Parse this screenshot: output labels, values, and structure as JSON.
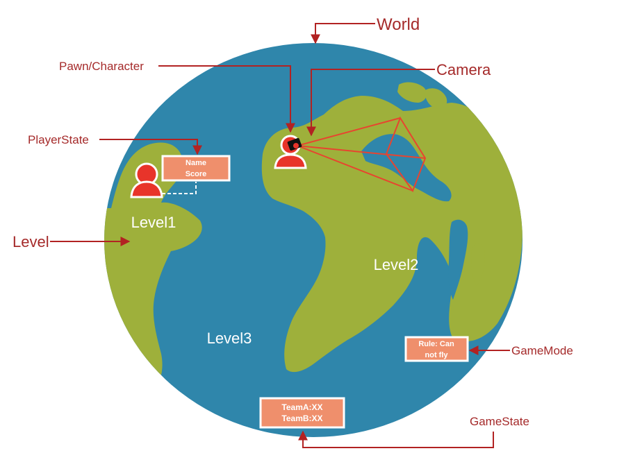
{
  "colors": {
    "ocean": "#2f86ab",
    "land": "#9eb03b",
    "arrow": "#b22222",
    "label_text": "#a52a2a",
    "box_fill": "#ef8f6c",
    "player": "#e8342a",
    "camera_frustum": "#e8442f",
    "white": "#ffffff"
  },
  "callouts": {
    "world": "World",
    "pawn": "Pawn/Character",
    "camera": "Camera",
    "player_state": "PlayerState",
    "level": "Level",
    "game_mode": "GameMode",
    "game_state": "GameState"
  },
  "levels": {
    "level1": "Level1",
    "level2": "Level2",
    "level3": "Level3"
  },
  "boxes": {
    "player_state": {
      "line1": "Name",
      "line2": "Score"
    },
    "game_mode": {
      "line1": "Rule: Can",
      "line2": "not fly"
    },
    "game_state": {
      "line1": "TeamA:XX",
      "line2": "TeamB:XX"
    }
  },
  "icons": {
    "player": "person-icon",
    "camera": "camera-icon"
  }
}
